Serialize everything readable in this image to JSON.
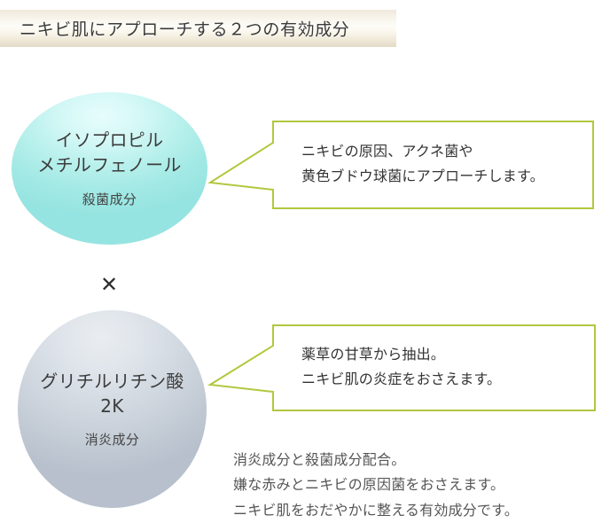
{
  "header": {
    "title": "ニキビ肌にアプローチする２つの有効成分"
  },
  "colors": {
    "callout_border": "#b3c73e",
    "circle_cyan_edge": "#96e4e1",
    "circle_cyan_center": "#e6fdfc",
    "circle_gray_edge": "#b7c0cc",
    "circle_gray_center": "#e9edf1",
    "banner_light": "#fdfcf7",
    "banner_dark": "#e3dac6",
    "text_dark": "#3c3c3c",
    "text_muted": "#555555"
  },
  "ingredients": [
    {
      "id": "isopropyl-methylphenol",
      "name_line1": "イソプロピル",
      "name_line2": "メチルフェノール",
      "role": "殺菌成分",
      "callout": "ニキビの原因、アクネ菌や\n黄色ブドウ球菌にアプローチします。"
    },
    {
      "id": "dipotassium-glycyrrhizate",
      "name_line1": "グリチルリチン酸",
      "name_line2": "2K",
      "role": "消炎成分",
      "callout": "薬草の甘草から抽出。\nニキビ肌の炎症をおさえます。"
    }
  ],
  "separator": {
    "symbol": "✕"
  },
  "bottom_note": "消炎成分と殺菌成分配合。\n嫌な赤みとニキビの原因菌をおさえます。\nニキビ肌をおだやかに整える有効成分です。"
}
